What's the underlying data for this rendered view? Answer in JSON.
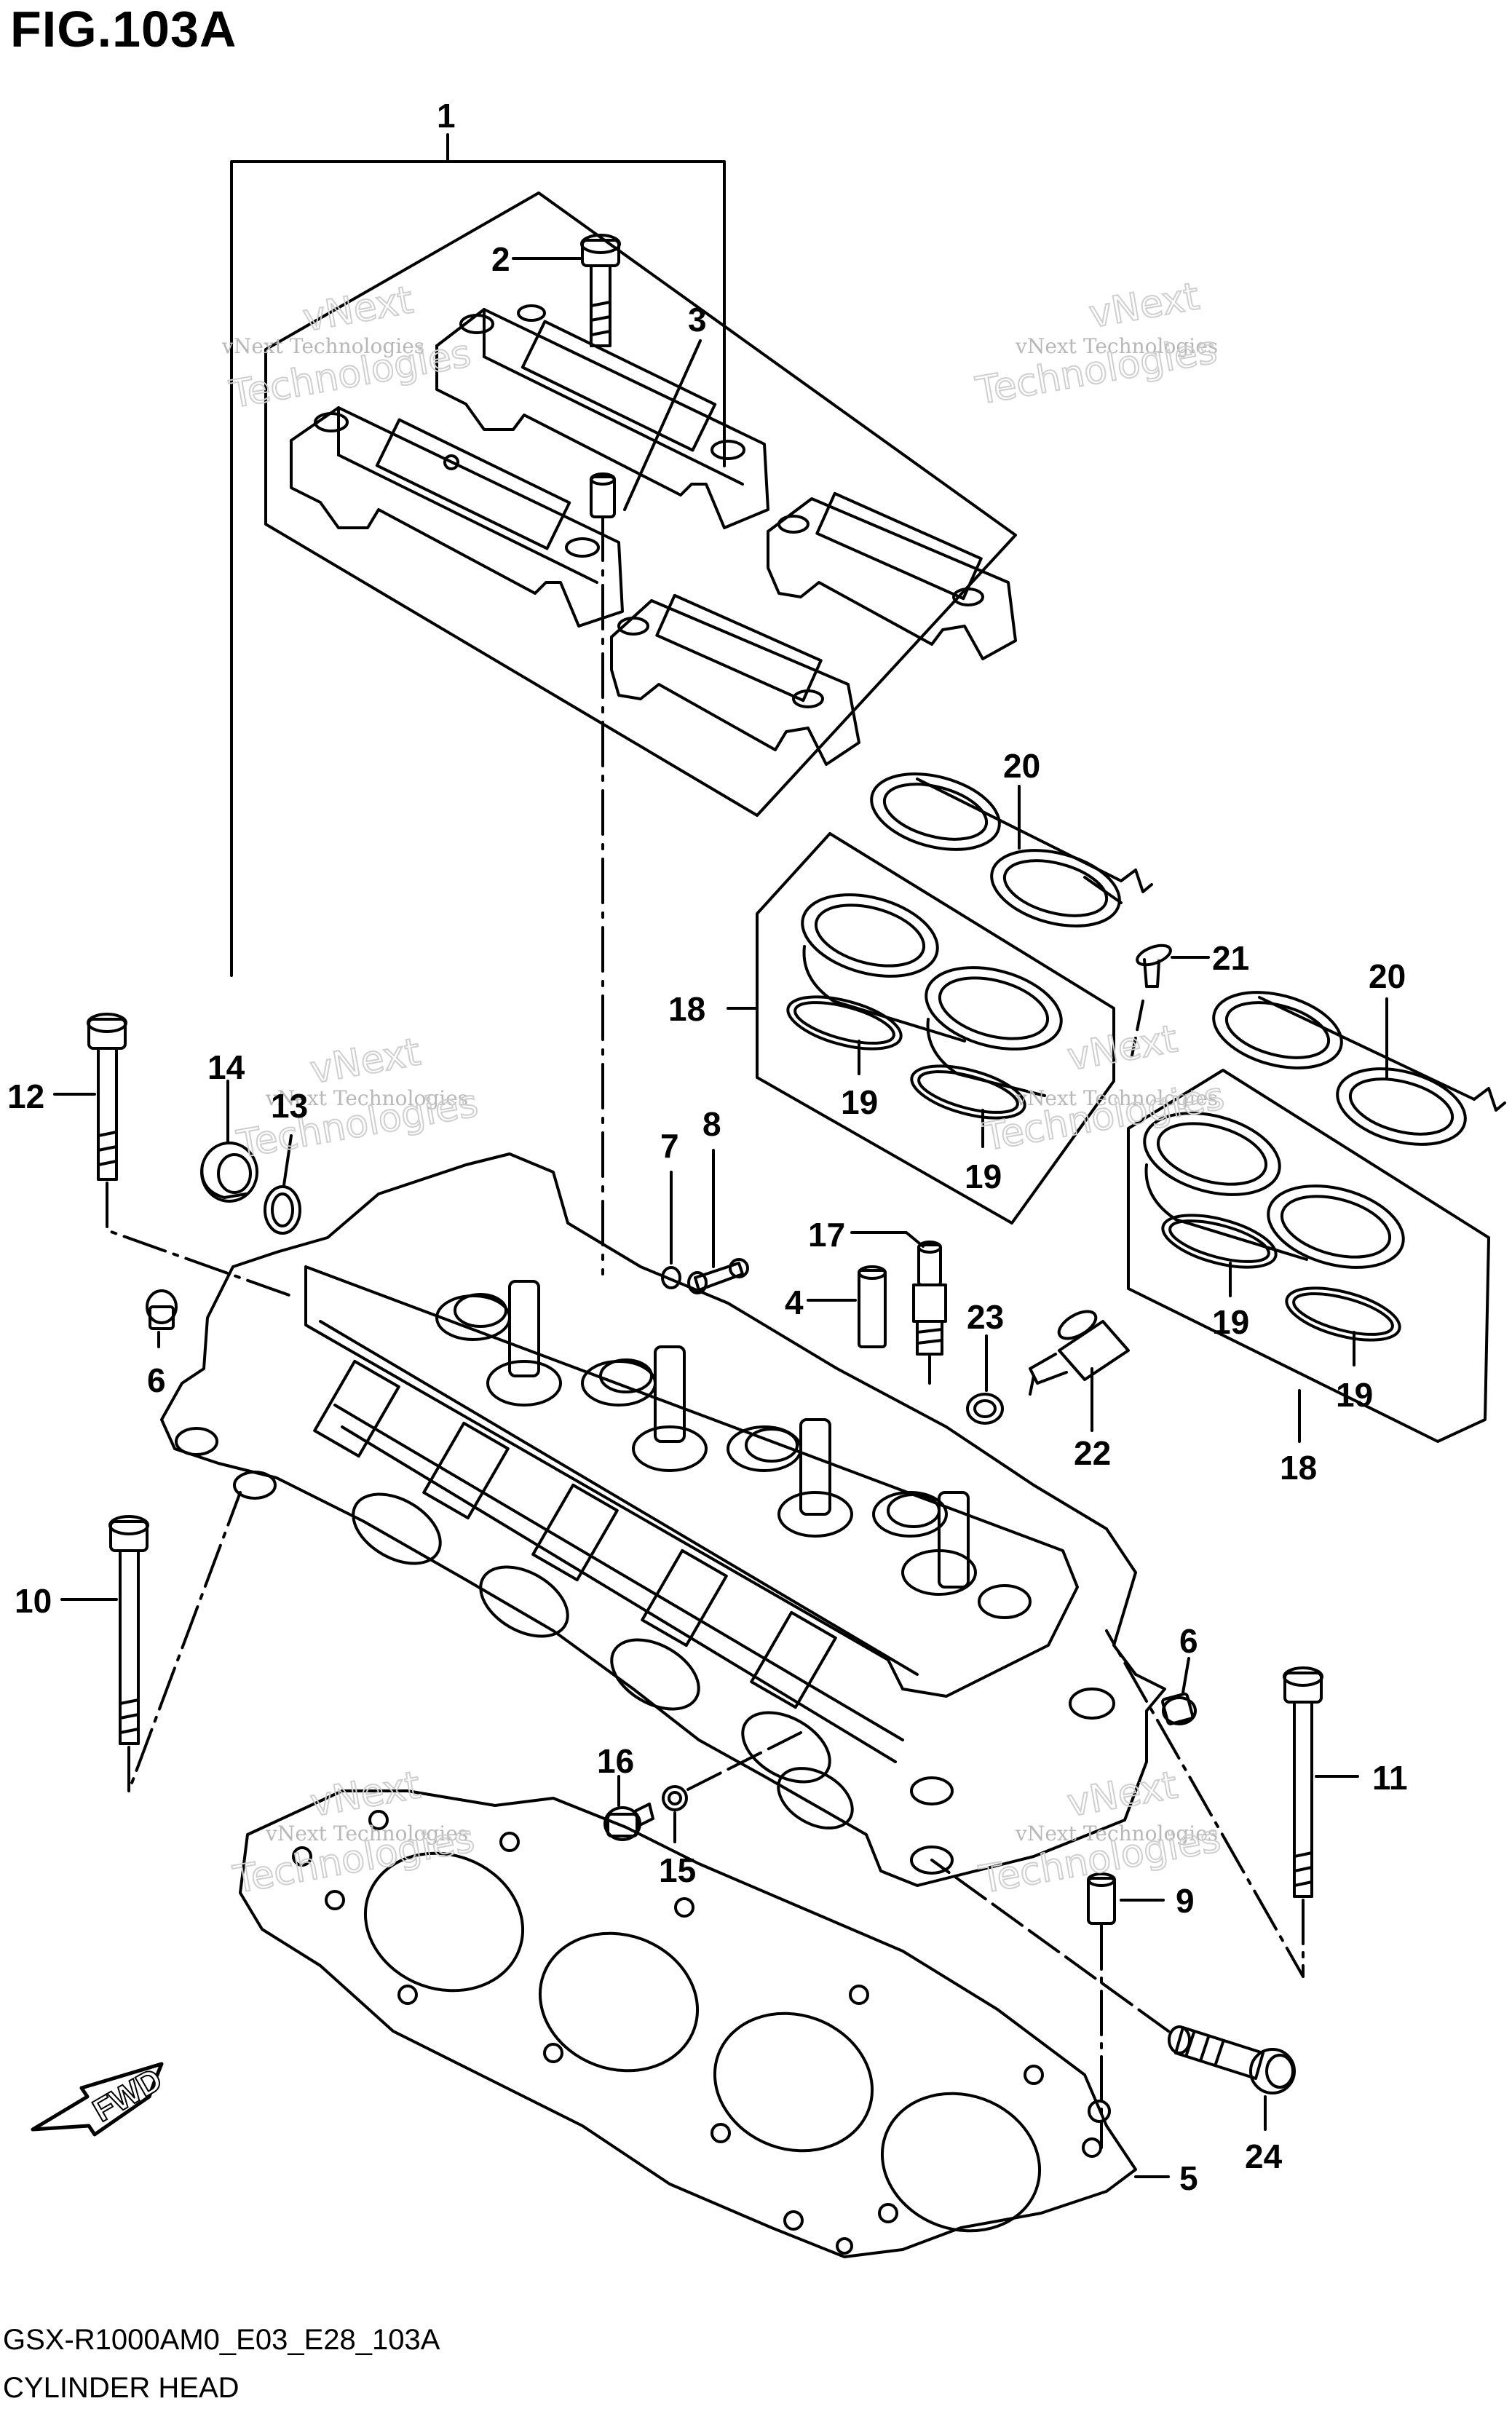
{
  "figure": {
    "title": "FIG.103A",
    "code": "GSX-R1000AM0_E03_E28_103A",
    "name": "CYLINDER HEAD"
  },
  "fwd_label": "FWD",
  "watermark": {
    "small": "vNext Technologies",
    "large_top": "vNext",
    "large_bottom": "Technologies"
  },
  "callouts": [
    "1",
    "2",
    "3",
    "20",
    "21",
    "20",
    "18",
    "19",
    "19",
    "19",
    "19",
    "18",
    "12",
    "14",
    "13",
    "7",
    "8",
    "17",
    "4",
    "23",
    "6",
    "22",
    "10",
    "6",
    "11",
    "16",
    "15",
    "9",
    "24",
    "5"
  ],
  "colors": {
    "line": "#000000",
    "watermark": "#b8b8b8"
  }
}
